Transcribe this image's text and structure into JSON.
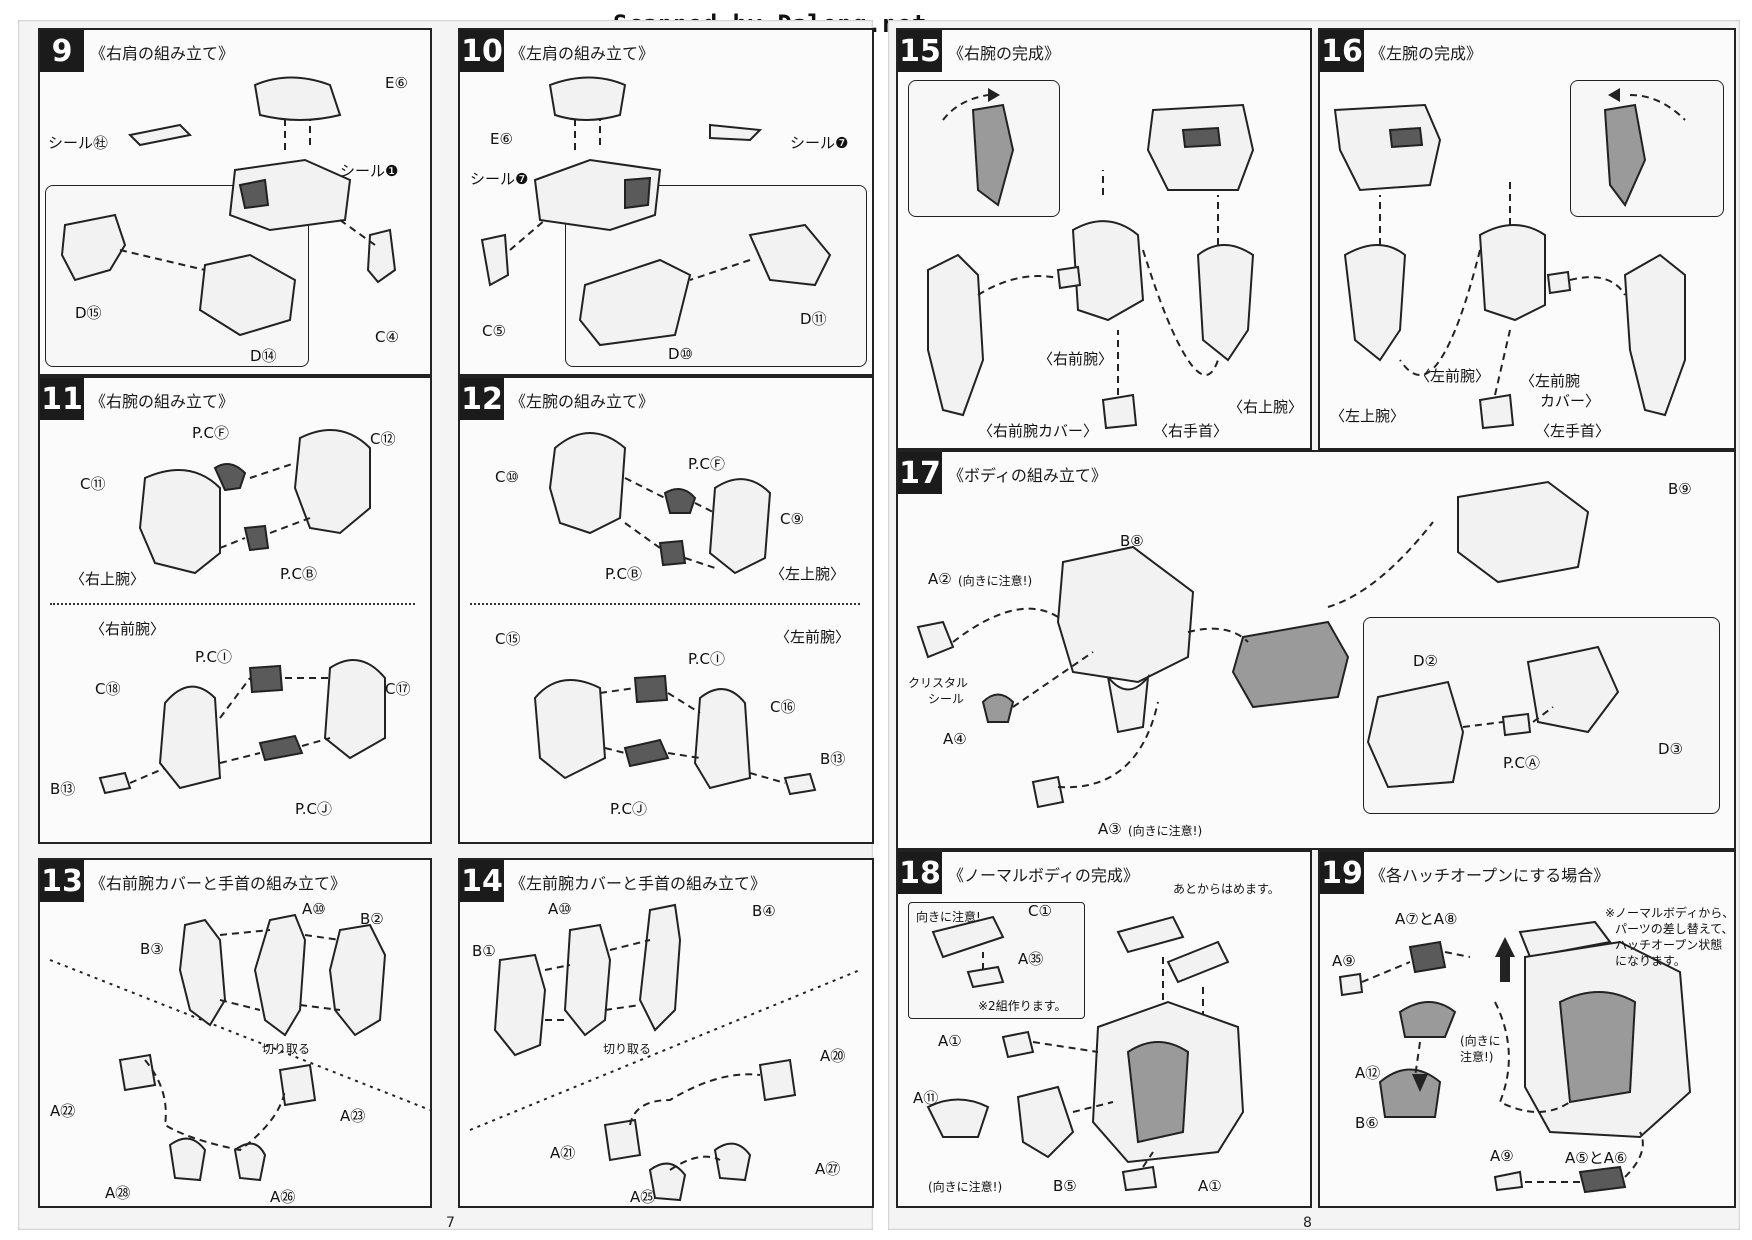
{
  "watermark": "Scanned by Dalong.net",
  "page_numbers": {
    "left": "7",
    "right": "8"
  },
  "steps": {
    "s9": {
      "num": "9",
      "title": "《右肩の組み立て》",
      "labels": {
        "e6": "E⑥",
        "seal_e": "シール㊓",
        "seal_i": "シール❶",
        "d15": "D⑮",
        "d14": "D⑭",
        "c4": "C④"
      }
    },
    "s10": {
      "num": "10",
      "title": "《左肩の組み立て》",
      "labels": {
        "e6": "E⑥",
        "seal_u": "シール❼",
        "seal_a": "シール❼",
        "c5": "C⑤",
        "d11": "D⑪",
        "d10": "D⑩"
      }
    },
    "s11": {
      "num": "11",
      "title": "《右腕の組み立て》",
      "labels": {
        "pcf": "P.CⒻ",
        "c12": "C⑫",
        "c11": "C⑪",
        "pcb": "P.CⒷ",
        "upper": "〈右上腕〉",
        "fore": "〈右前腕〉",
        "pci": "P.CⒾ",
        "c18": "C⑱",
        "c17": "C⑰",
        "b13": "B⑬",
        "pcj": "P.CⒿ"
      }
    },
    "s12": {
      "num": "12",
      "title": "《左腕の組み立て》",
      "labels": {
        "c10": "C⑩",
        "pcf": "P.CⒻ",
        "c9": "C⑨",
        "pcb": "P.CⒷ",
        "upper": "〈左上腕〉",
        "fore": "〈左前腕〉",
        "c15": "C⑮",
        "pci": "P.CⒾ",
        "c16": "C⑯",
        "b13": "B⑬",
        "pcj": "P.CⒿ"
      }
    },
    "s13": {
      "num": "13",
      "title": "《右前腕カバーと手首の組み立て》",
      "labels": {
        "a10": "A⑩",
        "b2": "B②",
        "b3": "B③",
        "cut": "切り取る",
        "a22": "A㉒",
        "a23": "A㉓",
        "a28": "A㉘",
        "a26": "A㉖"
      }
    },
    "s14": {
      "num": "14",
      "title": "《左前腕カバーと手首の組み立て》",
      "labels": {
        "a10": "A⑩",
        "b4": "B④",
        "b1": "B①",
        "cut": "切り取る",
        "a20": "A⑳",
        "a21": "A㉑",
        "a27": "A㉗",
        "a25": "A㉕"
      }
    },
    "s15": {
      "num": "15",
      "title": "《右腕の完成》",
      "labels": {
        "fore": "〈右前腕〉",
        "upper": "〈右上腕〉",
        "cover": "〈右前腕カバー〉",
        "hand": "〈右手首〉"
      }
    },
    "s16": {
      "num": "16",
      "title": "《左腕の完成》",
      "labels": {
        "fore": "〈左前腕〉",
        "upper": "〈左上腕〉",
        "cover1": "〈左前腕",
        "cover2": "カバー〉",
        "hand": "〈左手首〉"
      }
    },
    "s17": {
      "num": "17",
      "title": "《ボディの組み立て》",
      "labels": {
        "b9": "B⑨",
        "b8": "B⑧",
        "a2": "A②",
        "a2_note": "(向きに注意!)",
        "crystal1": "クリスタル",
        "crystal2": "シール",
        "a4": "A④",
        "a3": "A③",
        "a3_note": "(向きに注意!)",
        "d2": "D②",
        "pca": "P.CⒶ",
        "d3": "D③"
      }
    },
    "s18": {
      "num": "18",
      "title": "《ノーマルボディの完成》",
      "labels": {
        "later": "あとからはめます。",
        "caution": "向きに注意!",
        "c1": "C①",
        "a35": "A㉟",
        "two": "※2組作ります。",
        "a1a": "A①",
        "a11": "A⑪",
        "caution2": "(向きに注意!)",
        "b5": "B⑤",
        "a1b": "A①"
      }
    },
    "s19": {
      "num": "19",
      "title": "《各ハッチオープンにする場合》",
      "labels": {
        "note1": "※ノーマルボディから、",
        "note2": "パーツの差し替えて、",
        "note3": "ハッチオープン状態",
        "note4": "になります。",
        "a7a8": "A⑦とA⑧",
        "a9a": "A⑨",
        "a12": "A⑫",
        "caution1": "(向きに",
        "caution2": "注意!)",
        "b6": "B⑥",
        "a9b": "A⑨",
        "a5a6": "A⑤とA⑥"
      }
    }
  }
}
